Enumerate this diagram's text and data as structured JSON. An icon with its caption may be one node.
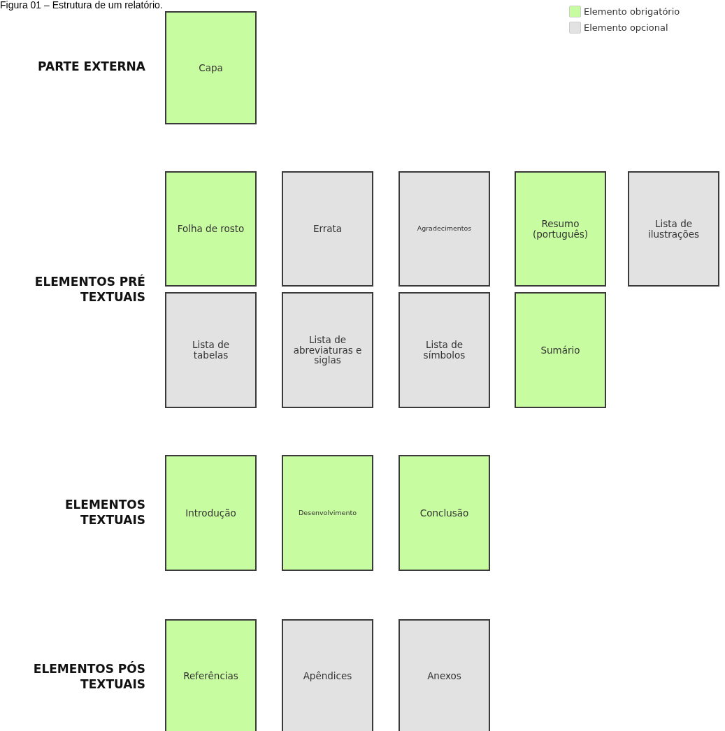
{
  "diagram": {
    "title": "Figura 01 – Estrutura de um relatório.",
    "nodes": [
      {
        "text": [
          "Capa"
        ]
      },
      {
        "text": [
          "Folha de rosto"
        ]
      },
      {
        "text": [
          "Errata"
        ]
      },
      {
        "text": [
          "Agradecimentos"
        ]
      },
      {
        "text": [
          "Resumo (português)"
        ]
      },
      {
        "text": [
          "Lista de ilustrações"
        ]
      },
      {
        "text": [
          "Lista de tabelas"
        ]
      },
      {
        "text": [
          "Lista de abreviaturas e siglas"
        ]
      },
      {
        "text": [
          "Lista de símbolos"
        ]
      },
      {
        "text": [
          "Sumário"
        ]
      },
      {
        "text": [
          "Introdução"
        ]
      },
      {
        "text": [
          "Desenvolvimento"
        ]
      },
      {
        "text": [
          "Conclusão"
        ]
      },
      {
        "text": [
          "Referências"
        ]
      },
      {
        "text": [
          "Apêndices"
        ]
      },
      {
        "text": [
          "Anexos"
        ]
      }
    ],
    "labels": [
      "PARTE EXTERNA",
      "ELEMENTOS PRÉ TEXTUAIS",
      "ELEMENTOS TEXTUAIS",
      "ELEMENTOS PÓS TEXTUAIS"
    ],
    "legend": [
      {
        "text": "Elemento obrigatório",
        "color": "#c8fca0"
      },
      {
        "text": "Elemento opcional",
        "color": "#e2e2e2"
      }
    ]
  }
}
